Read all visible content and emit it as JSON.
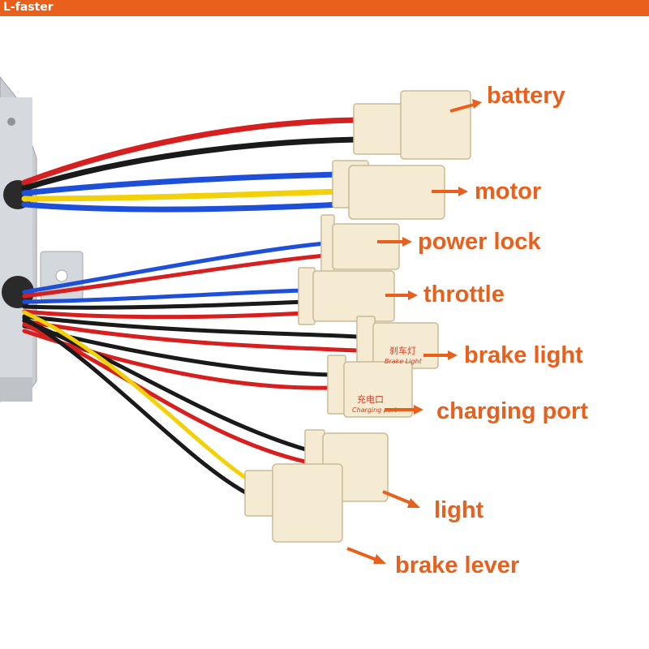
{
  "brand": "L-faster",
  "colors": {
    "accent": "#e8601c",
    "background": "#ffffff"
  },
  "labels": {
    "battery": "battery",
    "motor": "motor",
    "power_lock": "power lock",
    "throttle": "throttle",
    "brake_light": "brake light",
    "charging_port": "charging port",
    "light": "light",
    "brake_lever": "brake lever"
  },
  "connector_text": {
    "brake_light_cn": "刹车灯",
    "brake_light_en": "Brake Light",
    "charging_port_cn": "充电口",
    "charging_port_en": "Charging port"
  }
}
